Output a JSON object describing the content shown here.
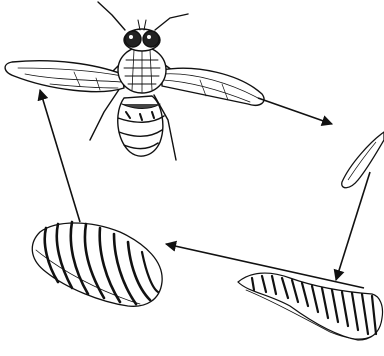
{
  "diagram": {
    "stages": [
      {
        "id": "adult-fly",
        "name": "adult fly"
      },
      {
        "id": "egg",
        "name": "egg"
      },
      {
        "id": "larva",
        "name": "larva"
      },
      {
        "id": "pupa",
        "name": "pupa"
      }
    ],
    "cycle": [
      {
        "from": "adult-fly",
        "to": "egg"
      },
      {
        "from": "egg",
        "to": "larva"
      },
      {
        "from": "larva",
        "to": "pupa"
      },
      {
        "from": "pupa",
        "to": "adult-fly"
      }
    ],
    "colors": {
      "ink": "#111111",
      "background": "#ffffff"
    }
  }
}
